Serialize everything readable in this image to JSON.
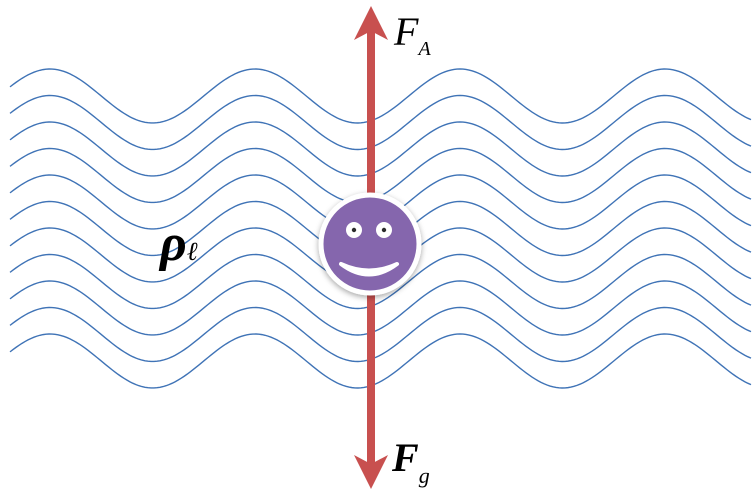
{
  "labels": {
    "buoyant_force": {
      "main": "F",
      "sub": "A"
    },
    "gravity_force": {
      "main": "F",
      "sub": "g"
    },
    "liquid_density": {
      "main": "ρ",
      "sub": "ℓ"
    }
  },
  "waves": {
    "count": 11
  },
  "object": {
    "icon": "smiley-face-icon",
    "fill_color": "#8566ad",
    "border_color": "#ffffff"
  },
  "colors": {
    "wave": "#3f73b6",
    "arrow": "#c8504f",
    "text": "#000000"
  }
}
